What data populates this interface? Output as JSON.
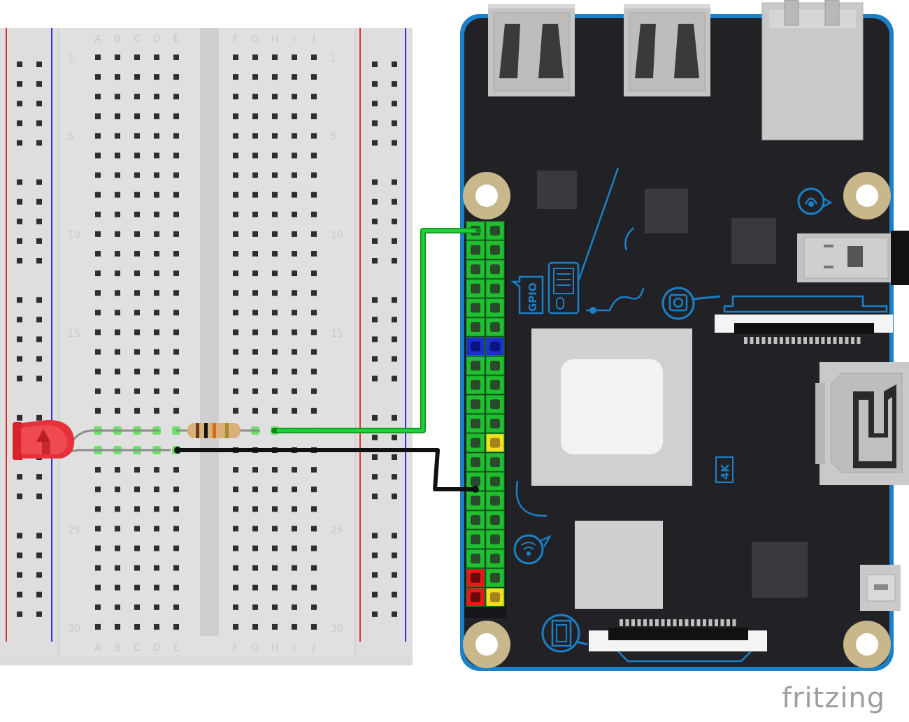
{
  "breadboard": {
    "column_letters": [
      "A",
      "B",
      "C",
      "D",
      "E",
      "F",
      "G",
      "H",
      "I",
      "J"
    ],
    "row_numbers": [
      "1",
      "5",
      "10",
      "15",
      "25",
      "30"
    ]
  },
  "board": {
    "gpio_label": "GPIO",
    "resolution_label": "4K"
  },
  "brand": "fritzing",
  "colors": {
    "board": "#222226",
    "board_edge": "#1a80c8",
    "wire_signal": "#1fbf2f",
    "wire_ground": "#111111",
    "led": "#e8303a",
    "pin_green": "#1fbf2f",
    "pin_blue": "#1e2fd0",
    "pin_red": "#e81818",
    "pin_yellow": "#f0e020"
  },
  "icons": [
    "usb-port-icon",
    "ethernet-port-icon",
    "hdmi-port-icon",
    "audio-jack-icon",
    "camera-icon",
    "display-icon",
    "wifi-icon",
    "keyboard-mouse-icon"
  ]
}
